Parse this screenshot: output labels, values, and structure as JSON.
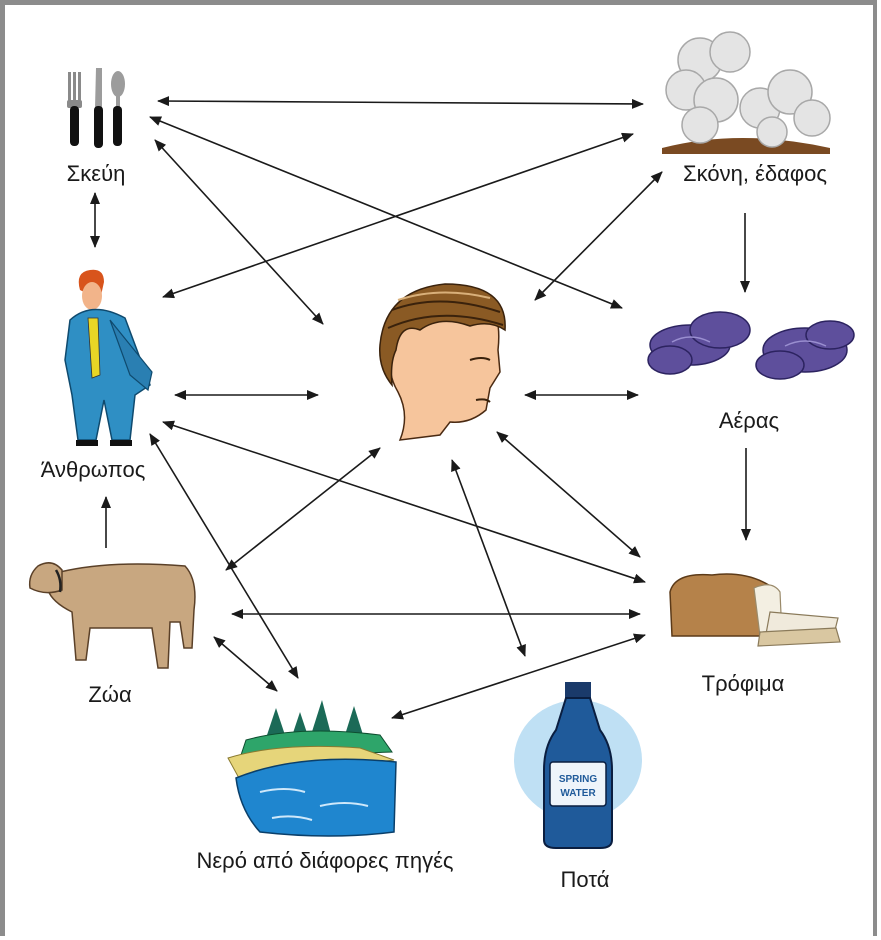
{
  "nodes": {
    "utensils": {
      "label": "Σκεύη",
      "icon": "utensils-icon"
    },
    "dust": {
      "label": "Σκόνη, έδαφος",
      "icon": "dust-cloud-icon"
    },
    "human": {
      "label": "Άνθρωπος",
      "icon": "man-in-suit-icon"
    },
    "head": {
      "icon": "human-head-icon"
    },
    "air": {
      "label": "Αέρας",
      "icon": "purple-cloud-icon"
    },
    "animals": {
      "label": "Ζώα",
      "icon": "cow-icon"
    },
    "food": {
      "label": "Τρόφιμα",
      "icon": "bread-icon"
    },
    "water": {
      "label": "Νερό από διάφορες πηγές",
      "icon": "lake-landscape-icon"
    },
    "drinks": {
      "label": "Ποτά",
      "icon": "water-bottle-icon"
    }
  },
  "bottle": {
    "brand_line1": "SPRING",
    "brand_line2": "WATER"
  },
  "colors": {
    "arrow": "#1a1a1a",
    "frame": "#8c8c8c",
    "cloud": "#5e4f9c",
    "water": "#1f86cf",
    "shirt": "#2f8fc4"
  }
}
